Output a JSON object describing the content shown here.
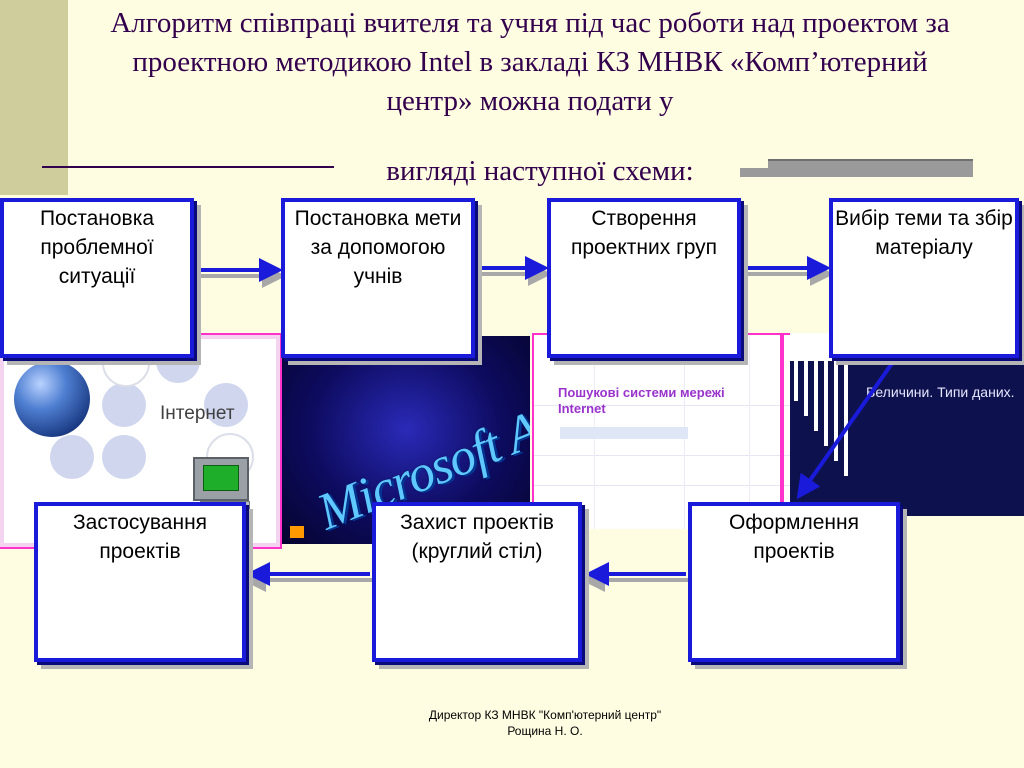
{
  "title": "Алгоритм співпраці вчителя та учня під час роботи над проектом за проектною методикою Intel в закладі КЗ МНВК «Комп’ютерний центр» можна подати у",
  "subtitle": "вигляді наступної схеми:",
  "steps": [
    {
      "label": "Постановка проблемної ситуації"
    },
    {
      "label": "Постановка мети за допомогою учнів"
    },
    {
      "label": "Створення проектних груп"
    },
    {
      "label": "Вибір теми та збір матеріалу"
    },
    {
      "label": "Оформлення проектів"
    },
    {
      "label": "Захист проектів (круглий стіл)"
    },
    {
      "label": "Застосування проектів"
    }
  ],
  "background": {
    "internet_label": "Інтернет",
    "access_logo": "Microsoft Access",
    "search_title": "Пошукові системи мережі Internet",
    "types_text": "Величини. Типи даних."
  },
  "footer": {
    "line1": "Директор КЗ МНВК \"Комп'ютерний центр\"",
    "line2": "Рощина Н. О."
  },
  "colors": {
    "box_border": "#1a1adb",
    "arrow": "#1a1adb",
    "title": "#33004d",
    "background": "#fffde1"
  }
}
